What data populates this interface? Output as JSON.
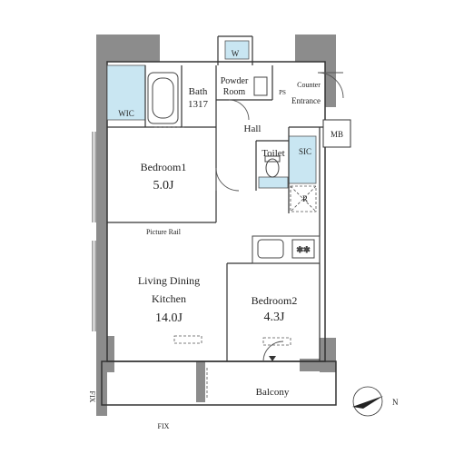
{
  "rooms": {
    "wic": "WIC",
    "bath": "Bath",
    "bath_size": "1317",
    "powder_room_line1": "Powder",
    "powder_room_line2": "Room",
    "washer": "W",
    "ps": "PS",
    "counter": "Counter",
    "entrance": "Entrance",
    "mb": "MB",
    "hall": "Hall",
    "toilet": "Toilet",
    "sic": "SIC",
    "refrigerator": "R",
    "bedroom1": "Bedroom1",
    "bedroom1_size": "5.0J",
    "picture_rail": "Picture Rail",
    "ldk_line1": "Living Dining",
    "ldk_line2": "Kitchen",
    "ldk_size": "14.0J",
    "bedroom2": "Bedroom2",
    "bedroom2_size": "4.3J",
    "balcony": "Balcony",
    "fix_bottom": "FIX",
    "fix_side": "FIX"
  },
  "compass": {
    "north": "N"
  },
  "colors": {
    "wall": "#8c8c8c",
    "line": "#333333",
    "wet_area": "#c9e6f2",
    "background": "#ffffff"
  }
}
